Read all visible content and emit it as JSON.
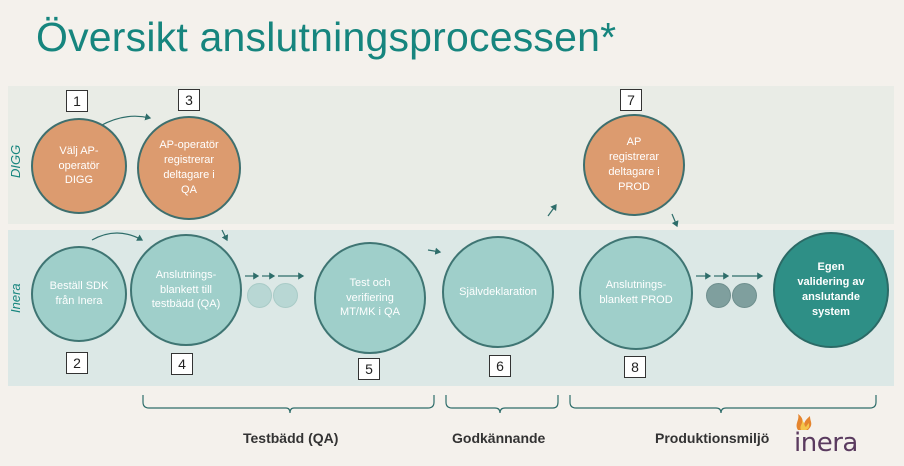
{
  "title": "Översikt anslutningsprocessen*",
  "lanes": {
    "digg": "DIGG",
    "inera": "Inera"
  },
  "steps": [
    {
      "number": "1",
      "label": "Välj AP-\noperatör\nDIGG",
      "lane": "digg"
    },
    {
      "number": "2",
      "label": "Beställ SDK\nfrån Inera",
      "lane": "inera"
    },
    {
      "number": "3",
      "label": "AP-operatör\nregistrerar\ndeltagare i\nQA",
      "lane": "digg"
    },
    {
      "number": "4",
      "label": "Anslutnings-\nblankett till\ntestbädd (QA)",
      "lane": "inera"
    },
    {
      "number": "5",
      "label": "Test och\nverifiering\nMT/MK i QA",
      "lane": "inera"
    },
    {
      "number": "6",
      "label": "Självdeklaration",
      "lane": "inera"
    },
    {
      "number": "7",
      "label": "AP\nregistrerar\ndeltagare i\nPROD",
      "lane": "digg"
    },
    {
      "number": "8",
      "label": "Anslutnings-\nblankett PROD",
      "lane": "inera"
    }
  ],
  "final_step": "Egen\nvalidering av\nanslutande\nsystem",
  "phases": {
    "testbadd": "Testbädd (QA)",
    "godkannande": "Godkännande",
    "produktion": "Produktionsmiljö"
  },
  "logo_text": "inera",
  "colors": {
    "title": "#16857e",
    "digg_step": "#dc9b6f",
    "inera_step": "#9fcfca",
    "final_step": "#2e8f86"
  }
}
